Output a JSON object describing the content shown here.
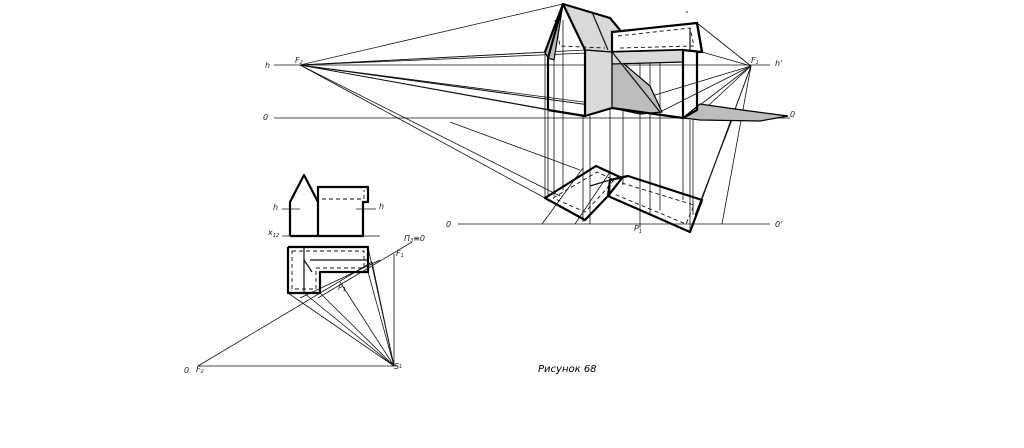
{
  "labels": {
    "h_left": "h",
    "h_right": "h'",
    "o_upper_left": "0",
    "o_upper_right": "0",
    "o_lower_left": "0",
    "o_lower_right": "0'",
    "f2_upper": "F",
    "f2_upper_sub": "2",
    "f1_upper": "F",
    "f1_upper_sub": "1",
    "p1_upper": "P",
    "p1_upper_sub": "1",
    "h_small_left": "h",
    "h_small_right": "h",
    "x12": "x",
    "x12_sub": "12",
    "pi_label": "Π",
    "pi_sub": "3",
    "pi_eq": "≡0",
    "f1_plan": "F",
    "f1_plan_sub": "1",
    "p1_plan": "P",
    "p1_plan_sub": "1",
    "o_bottom": "0",
    "f2_bottom": "F",
    "f2_bottom_sub": "2",
    "s1": "S",
    "s1_sub": "1"
  },
  "caption": "Рисунок  68"
}
